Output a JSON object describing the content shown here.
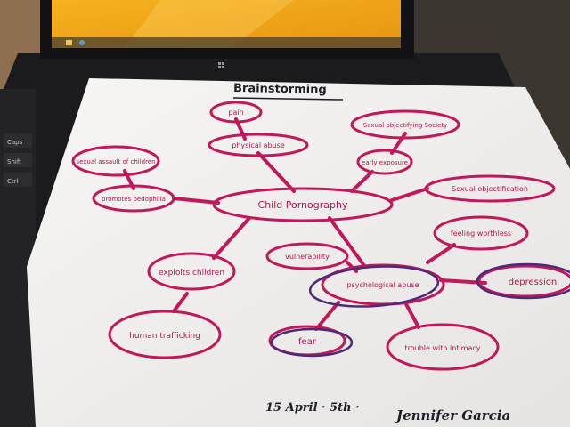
{
  "heading": "Brainstorming",
  "center": "Child Pornography",
  "nodes": {
    "pain": "pain",
    "physical_abuse": "physical abuse",
    "sexual_assault": "sexual assault of children",
    "promotes_pedophilia": "promotes pedophilia",
    "sexual_objectifying_society": "Sexual objectifying Society",
    "early_exposure": "early exposure",
    "sexual_objectification": "Sexual objectification",
    "feeling_worthless": "feeling worthless",
    "vulnerability": "vulnerability",
    "psychological_abuse": "psychological abuse",
    "depression": "depression",
    "exploits_children": "exploits children",
    "human_trafficking": "human trafficking",
    "fear": "fear",
    "trouble_with_intimacy": "trouble with intimacy"
  },
  "signature": {
    "date": "15 April · 5th ·",
    "name": "Jennifer Garcia"
  },
  "keyboard_keys": [
    "Caps",
    "Shift",
    "Ctrl"
  ],
  "colors": {
    "marker": "#c2185b",
    "purple_marker": "#4b2a7a",
    "paper": "#f4f2f0",
    "screen_orange": "#f2a416"
  },
  "icons": [
    "windows-logo-icon",
    "taskbar-folder-icon",
    "taskbar-ie-icon"
  ]
}
